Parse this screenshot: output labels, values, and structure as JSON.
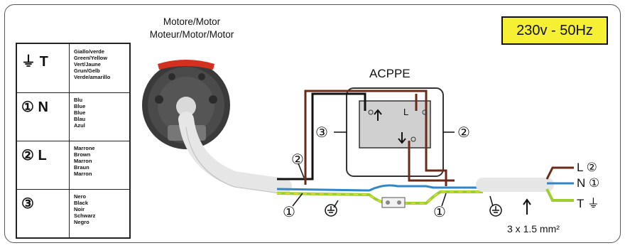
{
  "voltage_label": "230v - 50Hz",
  "motor_label": {
    "line1": "Motore/Motor",
    "line2": "Moteur/Motor/Motor"
  },
  "switch_label": "ACPPE",
  "legend": [
    {
      "symbol": "⏚",
      "letter": "T",
      "colors": [
        "Giallo/verde",
        "Green/Yellow",
        "Vert/Jaune",
        "Grun/Gelb",
        "Verde/amarillo"
      ]
    },
    {
      "symbol": "①",
      "letter": "N",
      "colors": [
        "Blu",
        "Blue",
        "Blue",
        "Blau",
        "Azul"
      ]
    },
    {
      "symbol": "②",
      "letter": "L",
      "colors": [
        "Marrone",
        "Brown",
        "Marron",
        "Braun",
        "Marron"
      ]
    },
    {
      "symbol": "③",
      "letter": "",
      "colors": [
        "Nero",
        "Black",
        "Noir",
        "Schwarz",
        "Negro"
      ]
    }
  ],
  "terminals": {
    "live": "L",
    "neutral": "N",
    "earth": "T"
  },
  "switch_terminals": {
    "live": "L"
  },
  "cable_spec": "3 x 1.5 mm²",
  "callouts": {
    "three": "③",
    "two": "②",
    "one": "①"
  },
  "colors": {
    "brown": "#6b2a15",
    "blue": "#2f86c9",
    "green_yellow": "#9ccf2e",
    "black": "#111111",
    "red": "#d43020",
    "highlight": "#f5f034"
  }
}
